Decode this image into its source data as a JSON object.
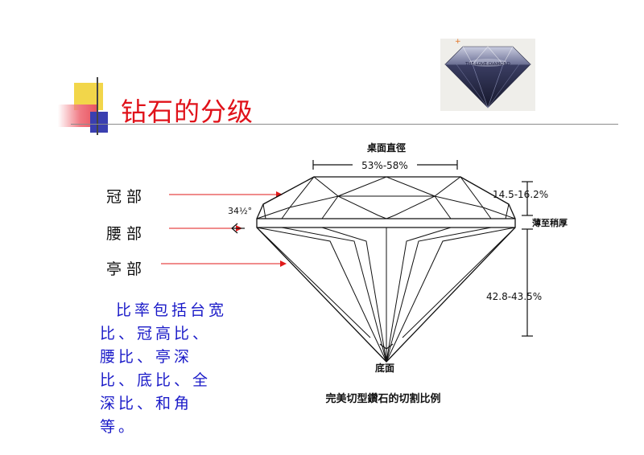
{
  "slide": {
    "title": "钻石的分级",
    "photo_text": "THE LOVE DIAMOND",
    "labels": {
      "crown": "冠部",
      "girdle": "腰部",
      "pavilion": "亭部"
    },
    "description": "比率包括台宽比、冠高比、腰比、亭深比、底比、全深比、和角等。"
  },
  "diagram": {
    "table_label": "桌面直徑",
    "table_ratio": "53%-58%",
    "crown_height": "14.5-16.2%",
    "girdle_thickness": "薄至稍厚",
    "pavilion_depth": "42.8-43.5%",
    "crown_angle": "34½°",
    "culet_label": "底面",
    "caption": "完美切型鑽石的切割比例"
  },
  "colors": {
    "title": "#e0121a",
    "description": "#1a1ac8",
    "arrows": "#e01a1a",
    "deco_yellow": "#f2d64a",
    "deco_blue": "#3a3fb0",
    "deco_red": "#e8505c"
  }
}
